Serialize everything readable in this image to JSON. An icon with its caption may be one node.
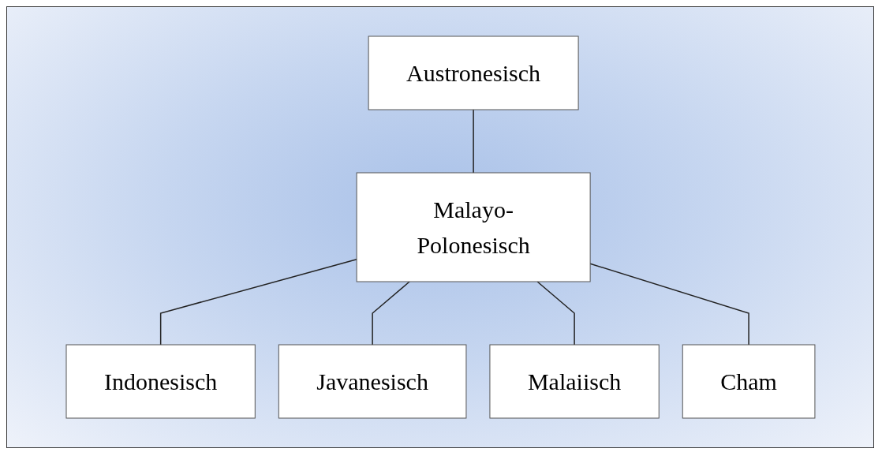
{
  "diagram": {
    "nodes": [
      {
        "text": [
          "Austronesisch"
        ]
      },
      {
        "text": [
          "Malayo-Polonesisch"
        ]
      },
      {
        "text": [
          "Indonesisch"
        ]
      },
      {
        "text": [
          "Javanesisch"
        ]
      },
      {
        "text": [
          "Malaiisch"
        ]
      },
      {
        "text": [
          "Cham"
        ]
      }
    ],
    "edges": [
      {
        "from": 0,
        "to": 1,
        "arrow": "none"
      },
      {
        "from": 1,
        "to": 2,
        "arrow": "none"
      },
      {
        "from": 1,
        "to": 3,
        "arrow": "none"
      },
      {
        "from": 1,
        "to": 4,
        "arrow": "none"
      },
      {
        "from": 1,
        "to": 5,
        "arrow": "none"
      }
    ]
  }
}
